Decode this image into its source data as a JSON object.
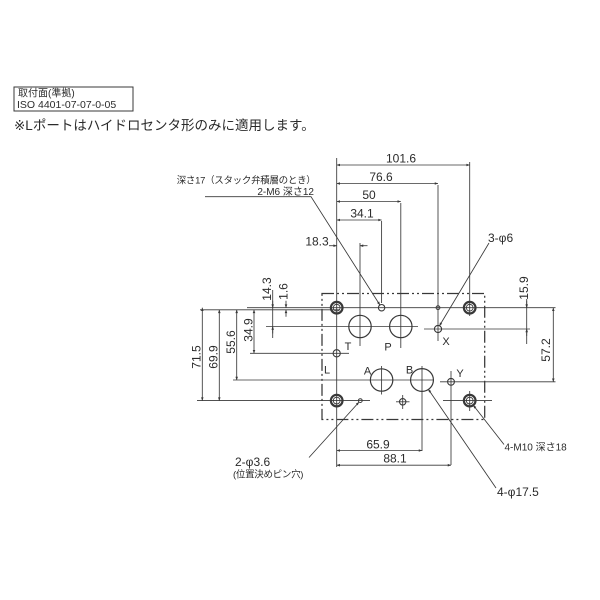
{
  "title_block": {
    "line1": "取付面(準拠)",
    "line2": "ISO 4401-07-07-0-05"
  },
  "note": "※Lポートはハイドロセンタ形のみに適用します。",
  "callouts": {
    "m6_line1": "深さ17（スタック弁積層のとき）",
    "m6_line2": "2-M6 深さ12",
    "phi6": "3-φ6",
    "m10": "4-M10 深さ18",
    "phi17_5": "4-φ17.5",
    "pin_line1": "2-φ3.6",
    "pin_line2": "(位置決めピン穴)"
  },
  "dimensions": {
    "h101_6": "101.6",
    "h76_6": "76.6",
    "h50": "50",
    "h34_1": "34.1",
    "h18_3": "18.3",
    "h65_9": "65.9",
    "h88_1": "88.1",
    "v71_5": "71.5",
    "v69_9": "69.9",
    "v55_6": "55.6",
    "v34_9": "34.9",
    "v14_3": "14.3",
    "v1_6": "1.6",
    "v15_9": "15.9",
    "v57_2": "57.2"
  },
  "ports": {
    "P": "P",
    "T": "T",
    "A": "A",
    "B": "B",
    "X": "X",
    "Y": "Y",
    "L": "L"
  },
  "colors": {
    "line": "#383838"
  }
}
